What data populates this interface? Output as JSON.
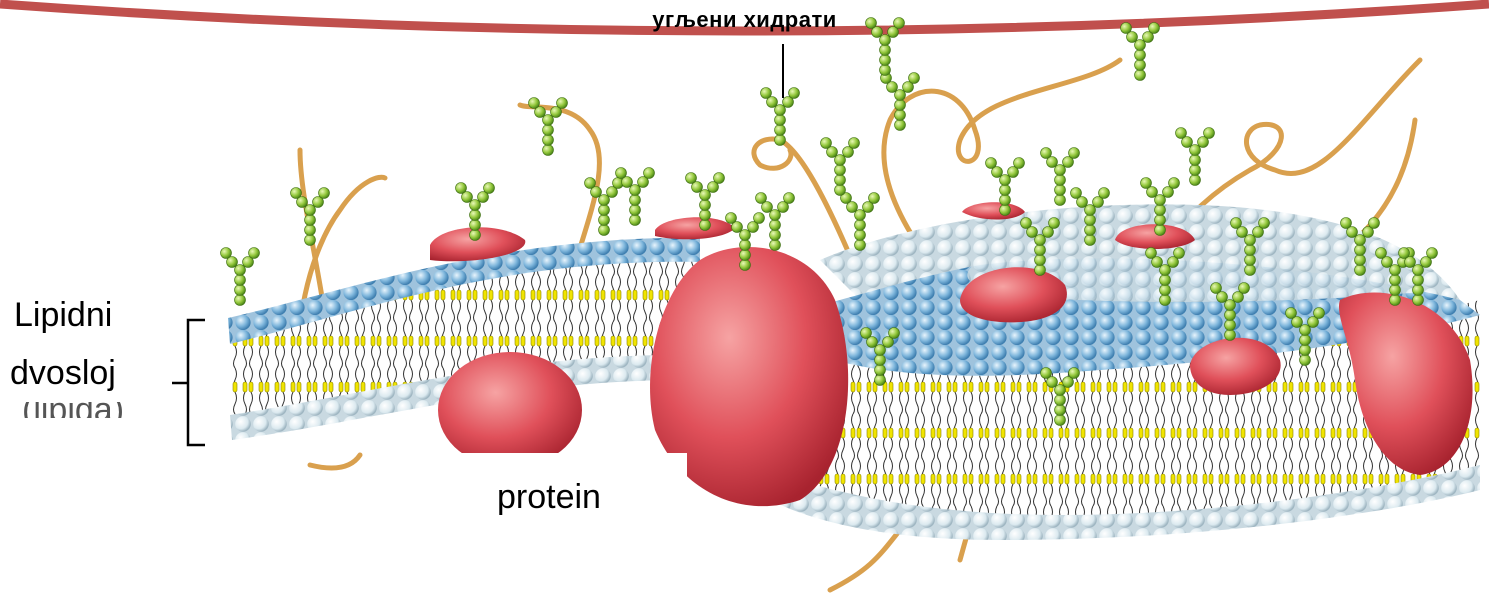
{
  "labels": {
    "carbohydrates": "угљени хидрати",
    "lipid_line1": "Lipidni",
    "lipid_line2": "dvosloj",
    "lipid_line3_cropped": "(lipida)",
    "protein": "protein"
  },
  "colors": {
    "header_arc": "#c0504d",
    "phospholipid_head_top": "#6fa8d6",
    "phospholipid_head_bottom": "#e6f0f5",
    "protein": "#d9464f",
    "carbohydrate_bead": "#8cc63f",
    "fatty_tail": "#f2e400",
    "fiber": "#e0a050",
    "bracket": "#000000"
  }
}
